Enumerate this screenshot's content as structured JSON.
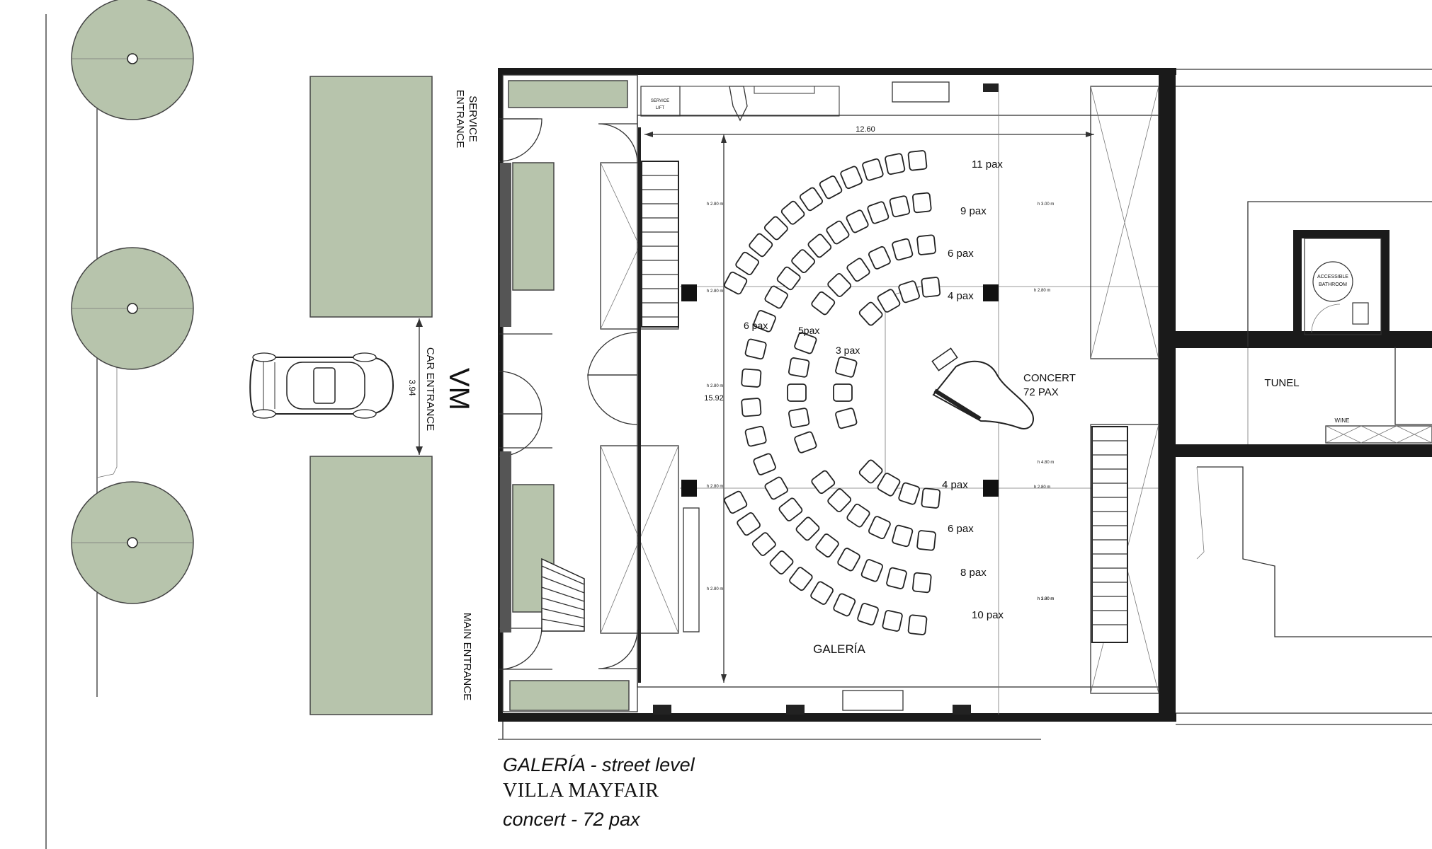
{
  "plan": {
    "labels": {
      "service_entrance_1": "SERVICE",
      "service_entrance_2": "ENTRANCE",
      "car_entrance": "CAR ENTRANCE",
      "main_entrance": "MAIN ENTRANCE",
      "vm": "VM",
      "service_lift_1": "SERVICE",
      "service_lift_2": "LIFT",
      "accessible_1": "ACCESSIBLE",
      "accessible_2": "BATHROOM",
      "tunel": "TUNEL",
      "wine": "WINE",
      "concert_1": "CONCERT",
      "concert_2": "72 PAX",
      "galeria": "GALERÍA"
    },
    "dimensions": {
      "width": "12.60",
      "length": "15.92",
      "car_gap": "3.94",
      "heights": [
        "h 2.80 m",
        "h 2.80 m",
        "h 2.80 m",
        "h 2.80 m",
        "h 2.80 m",
        "h 2.80 m",
        "h 2.80 m",
        "h 2.80 m",
        "h 4.80 m",
        "h 3.00 m",
        "h 3.00 m"
      ]
    },
    "rows": {
      "r11": "11 pax",
      "r9": "9 pax",
      "r6a": "6 pax",
      "r4a": "4 pax",
      "l6": "6 pax",
      "l5": "5pax",
      "l3": "3 pax",
      "r4b": "4 pax",
      "r6b": "6 pax",
      "r8": "8 pax",
      "r10": "10 pax"
    }
  },
  "caption": {
    "line1": "GALERÍA - street level",
    "line2": "VILLA MAYFAIR",
    "line3": "concert - 72 pax"
  }
}
